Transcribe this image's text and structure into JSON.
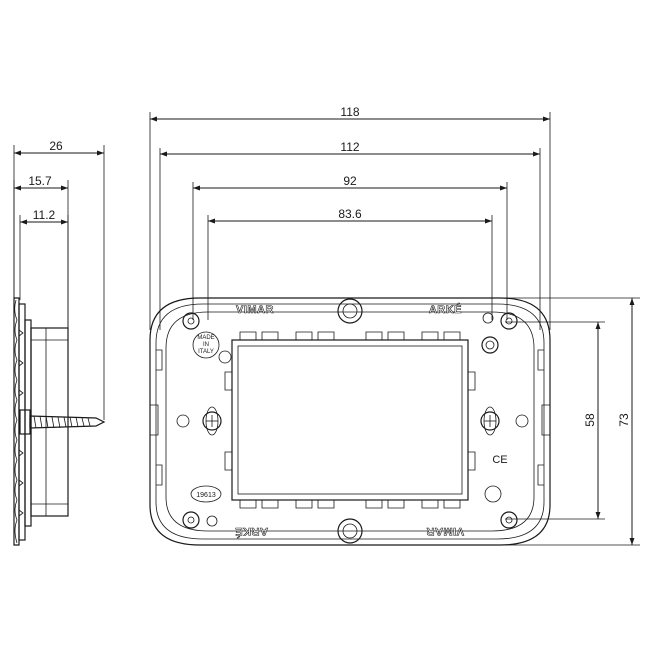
{
  "diagram": {
    "dimensions_horizontal": {
      "overall_width": "118",
      "frame_width": "112",
      "inner_width": "92",
      "window_width": "83.6"
    },
    "dimensions_vertical": {
      "inner_height": "58",
      "overall_height": "73"
    },
    "dimensions_side": {
      "depth_total": "26",
      "depth_mid": "15.7",
      "depth_inner": "11.2"
    },
    "markings": {
      "brand_top": "VIMAR",
      "series_top": "ARKÉ",
      "brand_bottom": "VIMAR",
      "series_bottom": "ARKÉ",
      "made_in_line1": "MADE",
      "made_in_line2": "IN",
      "made_in_line3": "ITALY",
      "product_code": "19613",
      "ce_mark": "CE"
    }
  }
}
